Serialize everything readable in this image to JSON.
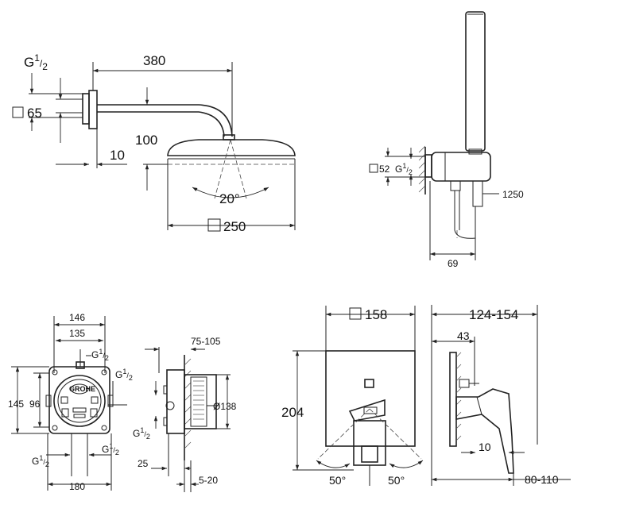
{
  "shower_head": {
    "thread_main": "G",
    "thread_sup": "1",
    "thread_sub": "2",
    "arm_length": "380",
    "rosette_square": "65",
    "drop": "100",
    "wall_gap": "10",
    "swivel_angle": "20°",
    "head_square": "250"
  },
  "hand_shower": {
    "wall_square": "52",
    "thread_main": "G",
    "thread_sup": "1",
    "thread_sub": "2",
    "hose_length": "1250",
    "projection": "69"
  },
  "concealed_body": {
    "width_outer": "146",
    "width_inner": "135",
    "thread_top_main": "G",
    "thread_top_sup": "1",
    "thread_top_sub": "2",
    "thread_right_main": "G",
    "thread_right_sup": "1",
    "thread_right_sub": "2",
    "height_outer": "145",
    "height_inner": "96",
    "thread_bl_main": "G",
    "thread_bl_sup": "1",
    "thread_bl_sub": "2",
    "thread_br_main": "G",
    "thread_br_sup": "1",
    "thread_br_sub": "2",
    "bottom_width": "180",
    "brand_text": "GROHE"
  },
  "body_side": {
    "depth_range": "75-105",
    "diameter": "Ø138",
    "thread_main": "G",
    "thread_sup": "1",
    "thread_sub": "2",
    "bottom_offset": "25",
    "cover_range": "5-20"
  },
  "trim_front": {
    "plate_square": "158",
    "plate_height": "204",
    "angle_left": "50°",
    "angle_right": "50°"
  },
  "trim_side": {
    "projection_range": "124-154",
    "stem_offset": "43",
    "lever_gap": "10",
    "cover_range": "80-110"
  }
}
